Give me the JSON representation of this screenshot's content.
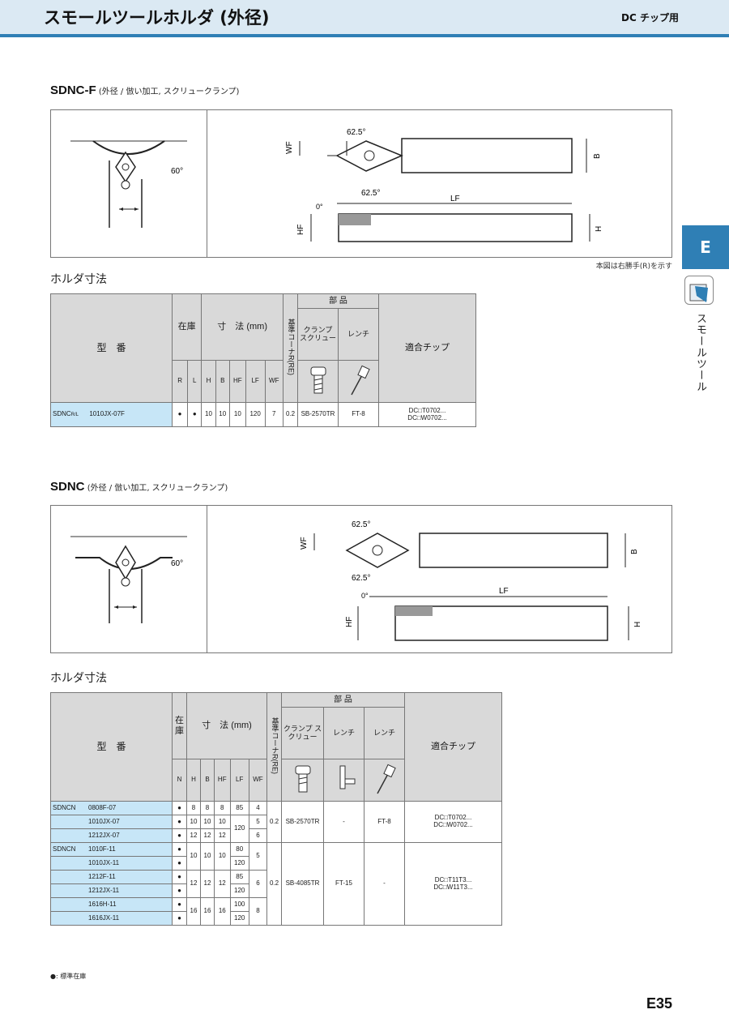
{
  "header": {
    "title": "スモールツールホルダ (外径)",
    "subtitle": "DC チップ用"
  },
  "side": {
    "tab": "E",
    "label": "スモールツール"
  },
  "section1": {
    "code": "SDNC-F",
    "desc": " (外径 / 倣い加工, スクリュークランプ)",
    "fig_labels": {
      "angle_top": "62.5°",
      "angle_bottom": "62.5°",
      "wf": "WF",
      "b": "B",
      "lf": "LF",
      "zero": "0°",
      "hf": "HF",
      "h": "H",
      "sixty": "60°"
    },
    "note": "本図は右勝手(R)を示す",
    "table_heading": "ホルダ寸法",
    "table": {
      "h_model": "型　番",
      "h_stock": "在庫",
      "h_dims": "寸　法 (mm)",
      "h_corner": "基準コーナR(RE)",
      "h_parts": "部 品",
      "h_clamp": "クランプ スクリュー",
      "h_wrench": "レンチ",
      "h_insert": "適合チップ",
      "cols": [
        "R",
        "L",
        "H",
        "B",
        "HF",
        "LF",
        "WF"
      ],
      "row": {
        "series": "SDNC",
        "rl": "R/L",
        "model": "1010JX-07F",
        "r": "●",
        "l": "●",
        "h": "10",
        "b": "10",
        "hf": "10",
        "lf": "120",
        "wf": "7",
        "re": "0.2",
        "screw": "SB-2570TR",
        "wrench": "FT-8",
        "insert1": "DC□T0702...",
        "insert2": "DC□W0702..."
      }
    }
  },
  "section2": {
    "code": "SDNC",
    "desc": " (外径 / 倣い加工, スクリュークランプ)",
    "table_heading": "ホルダ寸法",
    "table": {
      "h_model": "型　番",
      "h_stock": "在庫",
      "h_dims": "寸　法 (mm)",
      "h_corner": "基準コーナR(RE)",
      "h_parts": "部 品",
      "h_clamp": "クランプ スクリュー",
      "h_wrench1": "レンチ",
      "h_wrench2": "レンチ",
      "h_insert": "適合チップ",
      "cols": [
        "N",
        "H",
        "B",
        "HF",
        "LF",
        "WF"
      ],
      "g1": {
        "series": "SDNCN",
        "models": [
          "0808F-07",
          "1010JX-07",
          "1212JX-07"
        ],
        "stock": [
          "●",
          "●",
          "●"
        ],
        "h": [
          "8",
          "10",
          "12"
        ],
        "b": [
          "8",
          "10",
          "12"
        ],
        "hf": [
          "8",
          "10",
          "12"
        ],
        "lf": [
          "85",
          "120"
        ],
        "wf": [
          "4",
          "5",
          "6"
        ],
        "re": "0.2",
        "screw": "SB-2570TR",
        "w1": "-",
        "w2": "FT-8",
        "insert1": "DC□T0702...",
        "insert2": "DC□W0702..."
      },
      "g2": {
        "series": "SDNCN",
        "models": [
          "1010F-11",
          "1010JX-11",
          "1212F-11",
          "1212JX-11",
          "1616H-11",
          "1616JX-11"
        ],
        "stock": [
          "●",
          "●",
          "●",
          "●",
          "●",
          "●"
        ],
        "h": [
          "10",
          "12",
          "16"
        ],
        "b": [
          "10",
          "12",
          "16"
        ],
        "hf": [
          "10",
          "12",
          "16"
        ],
        "lf": [
          "80",
          "120",
          "85",
          "120",
          "100",
          "120"
        ],
        "wf": [
          "5",
          "6",
          "8"
        ],
        "re": "0.2",
        "screw": "SB-4085TR",
        "w1": "FT-15",
        "w2": "-",
        "insert1": "DC□T11T3...",
        "insert2": "DC□W11T3..."
      }
    }
  },
  "footnote": "●: 標準在庫",
  "page": "E35"
}
